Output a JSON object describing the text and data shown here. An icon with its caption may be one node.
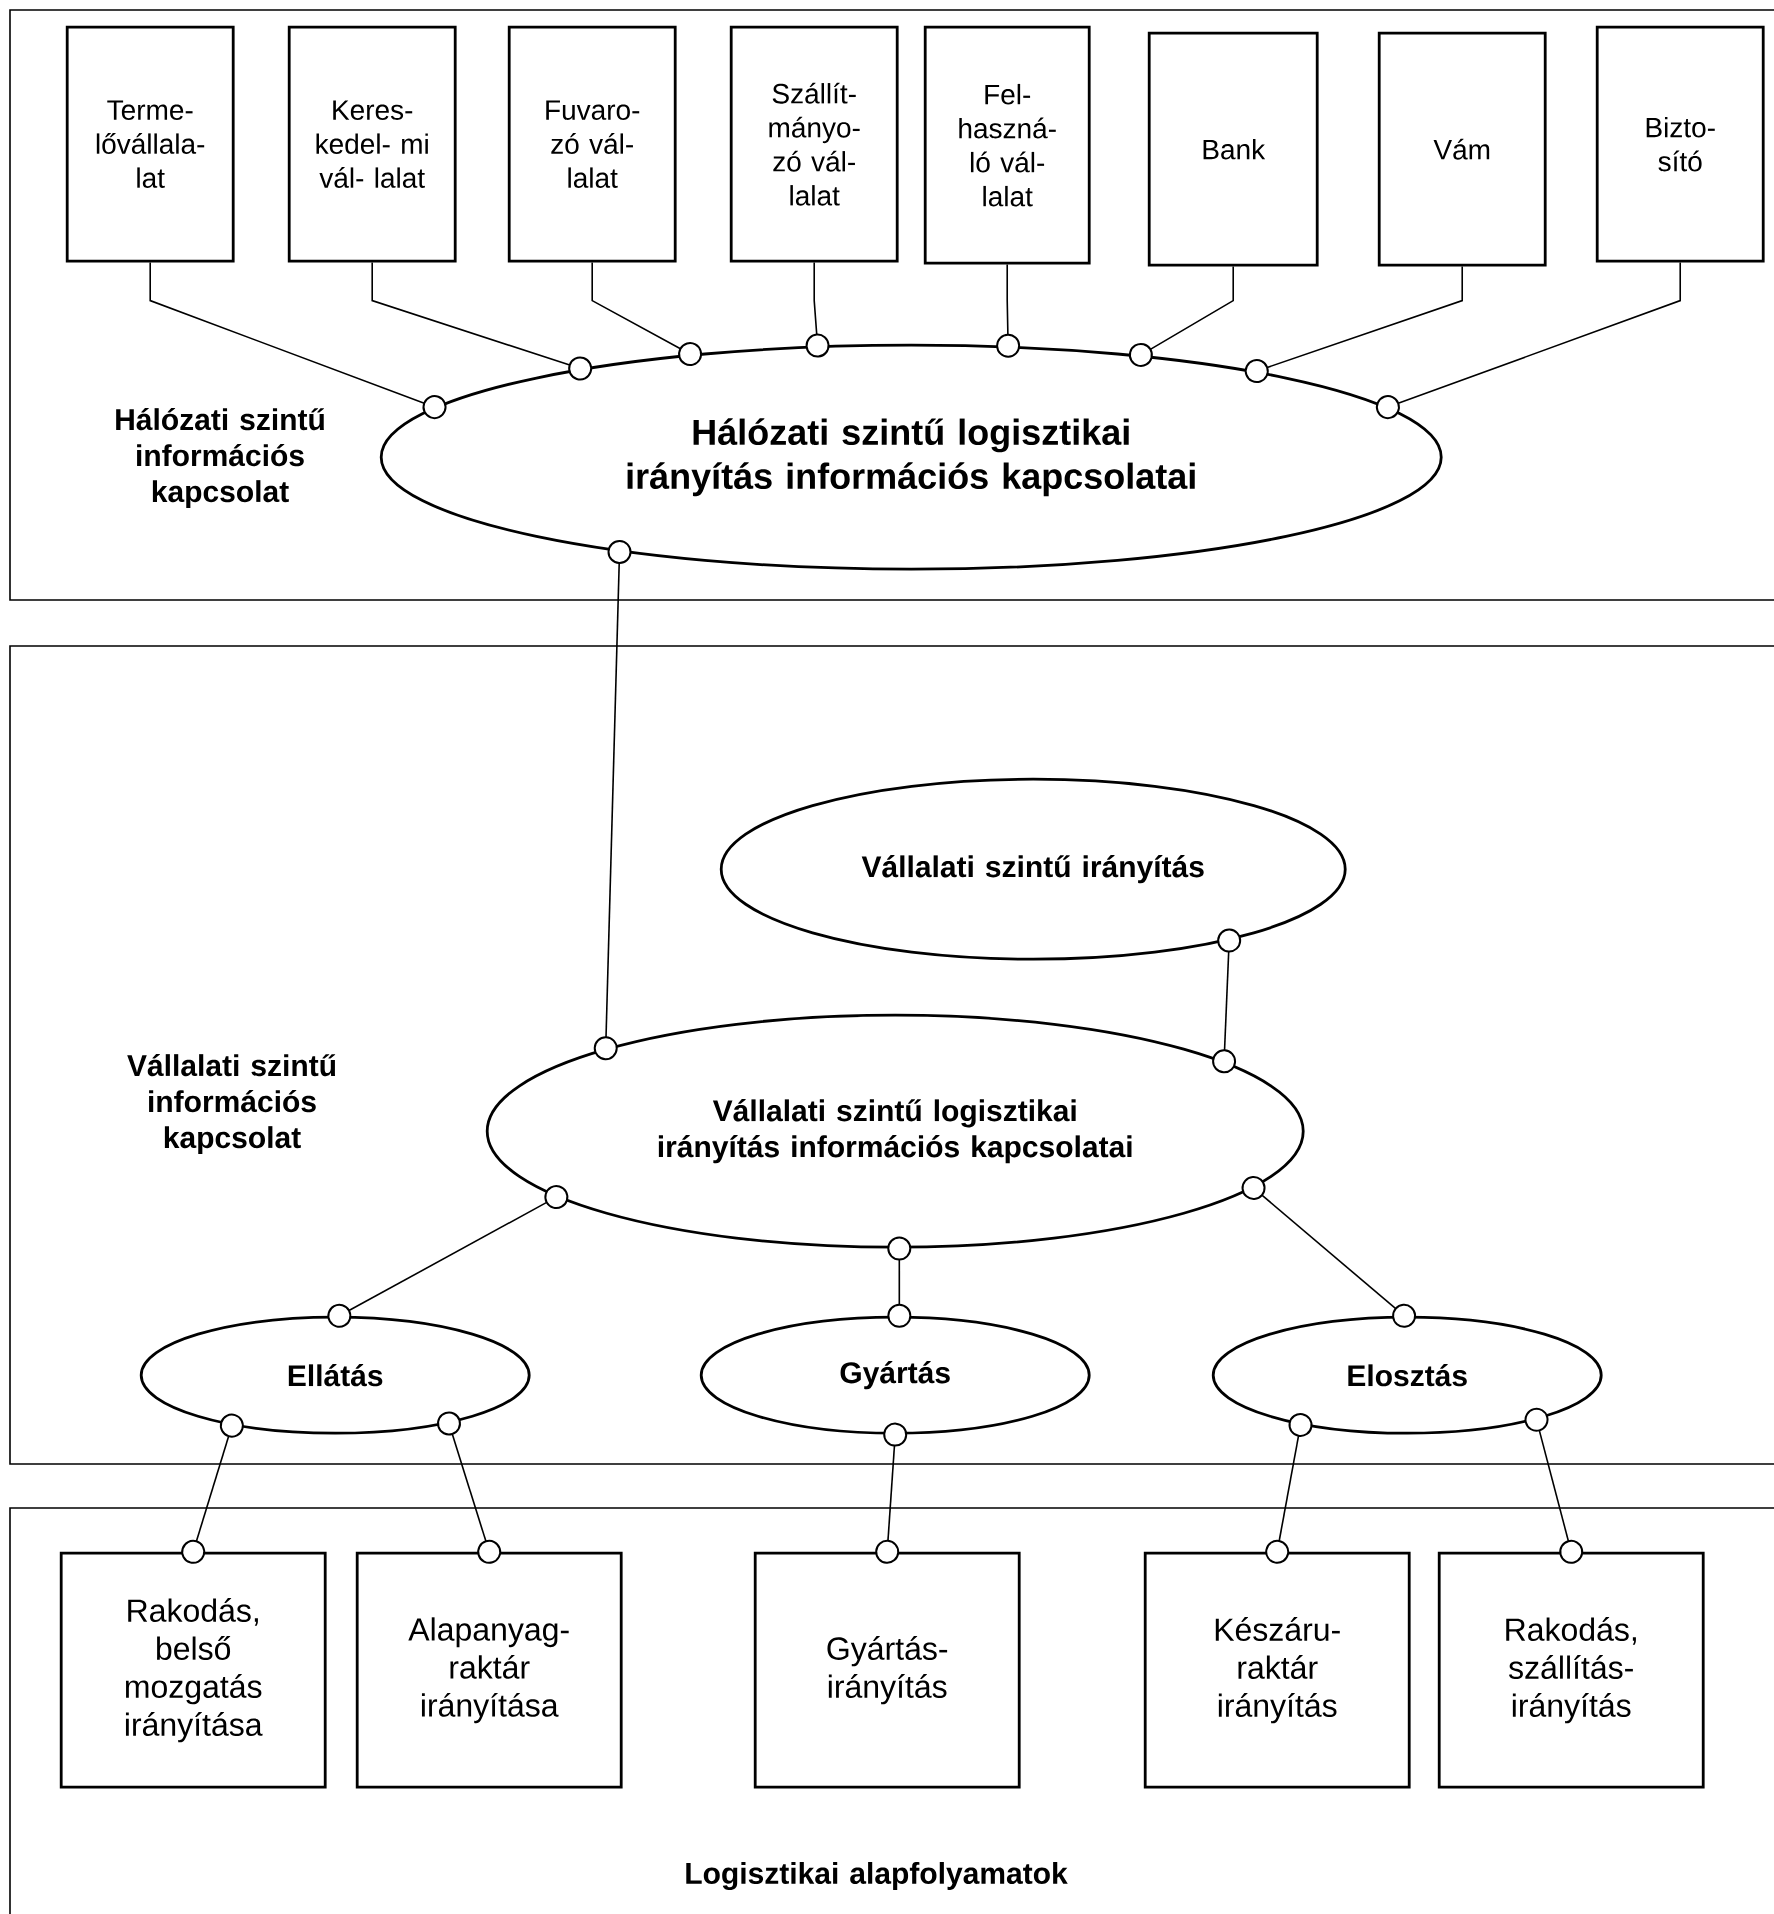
{
  "diagram": {
    "nodes": [
      {
        "text": [
          "Hálózati szintű információs kapcsolat"
        ]
      },
      {
        "text": [
          "Terme- lővállala- lat"
        ],
        "in": 0
      },
      {
        "text": [
          "Keres- kedel- mi vál- lalat"
        ],
        "in": 0
      },
      {
        "text": [
          "Fuvaro- zó vál- lalat"
        ],
        "in": 0
      },
      {
        "text": [
          "Szállít- mányo- zó vál- lalat"
        ],
        "in": 0
      },
      {
        "text": [
          "Fel- haszná- ló vál- lalat"
        ],
        "in": 0
      },
      {
        "text": [
          "Bank"
        ],
        "in": 0
      },
      {
        "text": [
          "Vám"
        ],
        "in": 0
      },
      {
        "text": [
          "Bizto- sító"
        ],
        "in": 0
      },
      {
        "text": [
          "Hálózati szintű logisztikai irányítás információs kapcsolatai"
        ],
        "in": 0
      },
      {
        "text": [
          "Vállalati szintű információs kapcsolat"
        ]
      },
      {
        "text": [
          "Vállalati szintű irányítás"
        ],
        "in": 10
      },
      {
        "text": [
          "Vállalati szintű logisztikai irányítás információs kapcsolatai"
        ],
        "in": 10
      },
      {
        "text": [
          "Ellátás"
        ],
        "in": 10
      },
      {
        "text": [
          "Gyártás"
        ],
        "in": 10
      },
      {
        "text": [
          "Elosztás"
        ],
        "in": 10
      },
      {
        "text": [
          "Logisztikai alapfolyamatok"
        ]
      },
      {
        "text": [
          "Rakodás, belső mozgatás irányítása"
        ],
        "in": 16
      },
      {
        "text": [
          "Alapanyag- raktár irányítása"
        ],
        "in": 16
      },
      {
        "text": [
          "Gyártás- irányítás"
        ],
        "in": 16
      },
      {
        "text": [
          "Készáru- raktár irányítás"
        ],
        "in": 16
      },
      {
        "text": [
          "Rakodás, szállítás- irányítás"
        ],
        "in": 16
      }
    ],
    "edges": [
      {
        "from": 1,
        "to": 9,
        "arrow": "other"
      },
      {
        "from": 2,
        "to": 9,
        "arrow": "other"
      },
      {
        "from": 3,
        "to": 9,
        "arrow": "other"
      },
      {
        "from": 4,
        "to": 9,
        "arrow": "other"
      },
      {
        "from": 5,
        "to": 9,
        "arrow": "other"
      },
      {
        "from": 6,
        "to": 9,
        "arrow": "other"
      },
      {
        "from": 7,
        "to": 9,
        "arrow": "other"
      },
      {
        "from": 8,
        "to": 9,
        "arrow": "other"
      },
      {
        "from": 9,
        "to": 12,
        "arrow": "other"
      },
      {
        "from": 11,
        "to": 12,
        "arrow": "other"
      },
      {
        "from": 12,
        "to": 13,
        "arrow": "other"
      },
      {
        "from": 12,
        "to": 14,
        "arrow": "other"
      },
      {
        "from": 12,
        "to": 15,
        "arrow": "other"
      },
      {
        "from": 13,
        "to": 17,
        "arrow": "other"
      },
      {
        "from": 13,
        "to": 18,
        "arrow": "other"
      },
      {
        "from": 14,
        "to": 19,
        "arrow": "other"
      },
      {
        "from": 15,
        "to": 20,
        "arrow": "other"
      },
      {
        "from": 15,
        "to": 21,
        "arrow": "other"
      }
    ]
  }
}
